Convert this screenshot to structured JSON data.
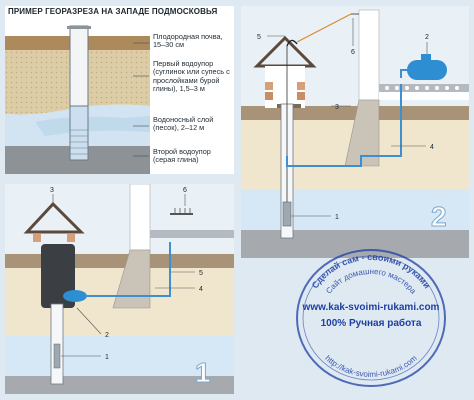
{
  "top_panel": {
    "title": "Пример георазреза на западе Подмосковья",
    "layers": [
      {
        "label": "Плодородная почва, 15–30 см"
      },
      {
        "label": "Первый водоупор (суглинок или супесь с прослойками бурой глины), 1,5–3 м"
      },
      {
        "label": "Водоносный слой (песок), 2–12 м"
      },
      {
        "label": "Второй водоупор (серая глина)"
      }
    ]
  },
  "panel_two": {
    "big_number": "2",
    "callouts": [
      "1",
      "2",
      "3",
      "4",
      "5",
      "6"
    ]
  },
  "panel_one": {
    "big_number": "1",
    "callouts": [
      "1",
      "2",
      "3",
      "4",
      "5",
      "6"
    ]
  },
  "watermark": {
    "arc_text": "Сделай сам - своими руками",
    "arc_text2": "Сайт домашнего мастера",
    "url": "www.kak-svoimi-rukami.com",
    "slogan": "100% Ручная работа",
    "bottom_url": "http://kak-svoimi-rukami.com",
    "color": "#1d3fa5"
  },
  "colors": {
    "soil": "#a37c4f",
    "clay": "#d9c9a3",
    "sand": "#f1e2b7",
    "water": "#cfe3f4",
    "grey_clay": "#8a8f93",
    "pipe": "#3f8fd0"
  }
}
